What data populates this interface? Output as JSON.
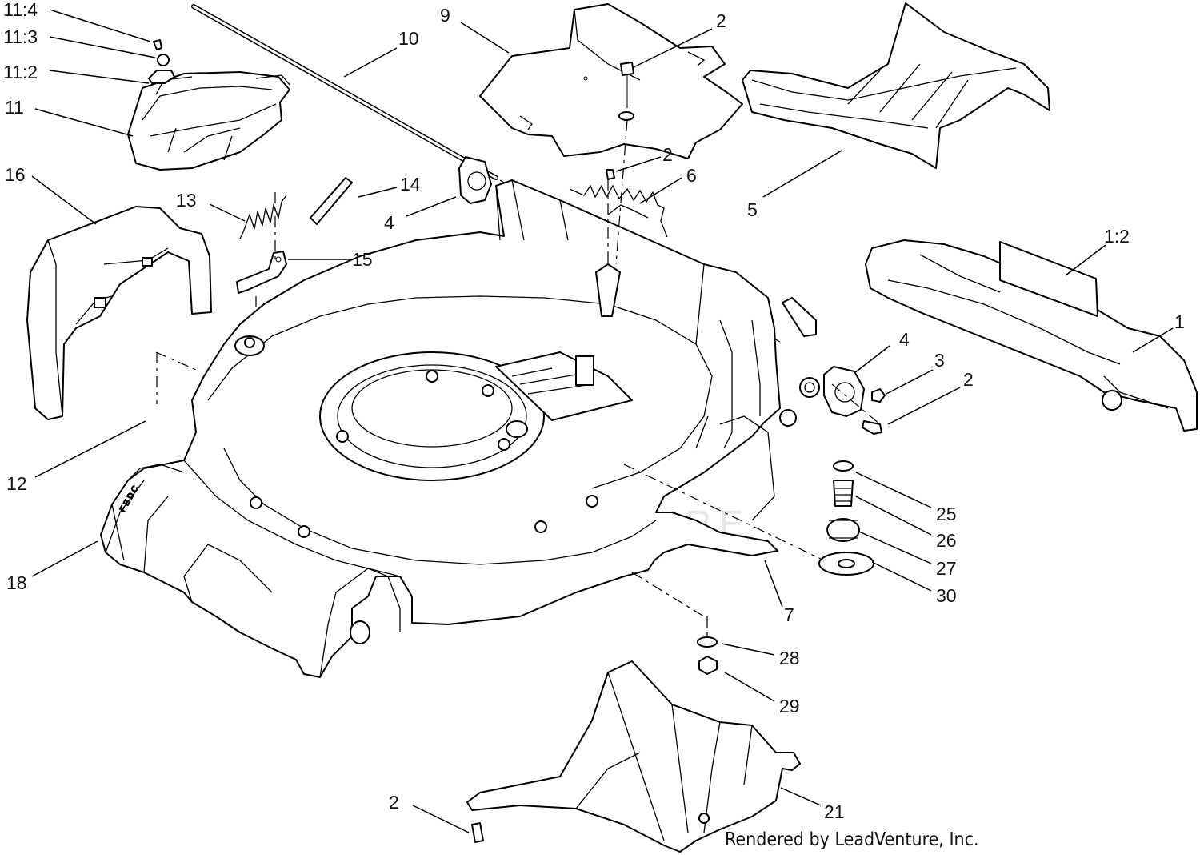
{
  "diagram": {
    "watermark": "LEADVENTURE",
    "credit": "Rendered by LeadVenture, Inc.",
    "callouts": [
      {
        "id": "c-11-4",
        "text": "11:4"
      },
      {
        "id": "c-11-3",
        "text": "11:3"
      },
      {
        "id": "c-11-2",
        "text": "11:2"
      },
      {
        "id": "c-11",
        "text": "11"
      },
      {
        "id": "c-16",
        "text": "16"
      },
      {
        "id": "c-13",
        "text": "13"
      },
      {
        "id": "c-14",
        "text": "14"
      },
      {
        "id": "c-15",
        "text": "15"
      },
      {
        "id": "c-10",
        "text": "10"
      },
      {
        "id": "c-9",
        "text": "9"
      },
      {
        "id": "c-2a",
        "text": "2"
      },
      {
        "id": "c-2b",
        "text": "2"
      },
      {
        "id": "c-6",
        "text": "6"
      },
      {
        "id": "c-4a",
        "text": "4"
      },
      {
        "id": "c-5",
        "text": "5"
      },
      {
        "id": "c-1-2",
        "text": "1:2"
      },
      {
        "id": "c-1",
        "text": "1"
      },
      {
        "id": "c-4b",
        "text": "4"
      },
      {
        "id": "c-3",
        "text": "3"
      },
      {
        "id": "c-2c",
        "text": "2"
      },
      {
        "id": "c-12",
        "text": "12"
      },
      {
        "id": "c-18",
        "text": "18"
      },
      {
        "id": "c-25",
        "text": "25"
      },
      {
        "id": "c-26",
        "text": "26"
      },
      {
        "id": "c-27",
        "text": "27"
      },
      {
        "id": "c-30",
        "text": "30"
      },
      {
        "id": "c-7",
        "text": "7"
      },
      {
        "id": "c-28",
        "text": "28"
      },
      {
        "id": "c-29",
        "text": "29"
      },
      {
        "id": "c-2d",
        "text": "2"
      },
      {
        "id": "c-21",
        "text": "21"
      }
    ]
  }
}
